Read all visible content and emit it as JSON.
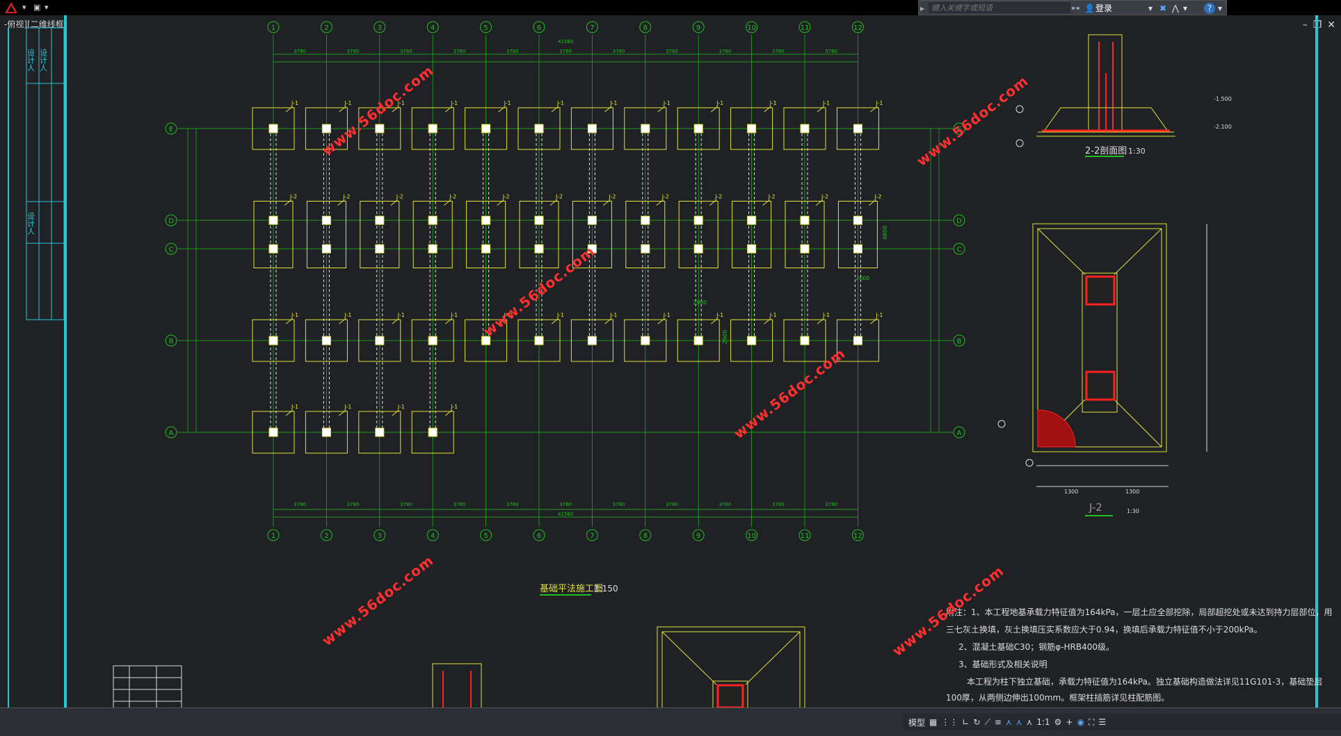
{
  "toolbar": {
    "search_placeholder": "键入关键字或短语",
    "login_label": "登录",
    "help_label": "?"
  },
  "tab": {
    "label": "-俯视][二维线框]"
  },
  "grid": {
    "columns": [
      "1",
      "2",
      "3",
      "4",
      "5",
      "6",
      "7",
      "8",
      "9",
      "10",
      "11",
      "12"
    ],
    "rows": [
      "E",
      "D",
      "C",
      "B",
      "A"
    ],
    "span_label": "3780",
    "total_label": "41580",
    "foundation_labels": [
      "J-1",
      "J-2"
    ],
    "dim_labels": [
      "4800",
      "2600",
      "2900",
      "2900"
    ]
  },
  "plan": {
    "title": "基础平法施工图",
    "scale": "1:150"
  },
  "section": {
    "title": "2-2剖面图",
    "scale": "1:30",
    "levels": [
      "-1.500",
      "-2.100"
    ]
  },
  "detail_j2": {
    "title": "J-2",
    "scale": "1:30",
    "dims": [
      "1300",
      "1300"
    ]
  },
  "notes": {
    "line1": "附注：1、本工程地基承载力特征值为164kPa，一层土应全部挖除，局部超挖处或未达到持力层部位，用",
    "line2": "三七灰土换填，灰土换填压实系数应大于0.94，换填后承载力特征值不小于200kPa。",
    "line3": "2、混凝土基础C30；钢筋φ-HRB400级。",
    "line4": "3、基础形式及相关说明",
    "line5": "本工程为柱下独立基础，承载力特征值为164kPa。独立基础构造做法详见11G101-3，基础垫层",
    "line6": "100厚，从两侧边伸出100mm。框架柱插筋详见柱配筋图。"
  },
  "title_block": {
    "role1": "设计人",
    "role2": "设计人",
    "role3": "设计人"
  },
  "watermark": "www.56doc.com",
  "status": {
    "model_label": "模型",
    "scale_label": "1:1"
  },
  "colors": {
    "bg": "#1f2124",
    "grid": "#1fbf1f",
    "footing": "#e3e33a",
    "rebar": "#ff2020",
    "frame": "#24c9d9"
  }
}
